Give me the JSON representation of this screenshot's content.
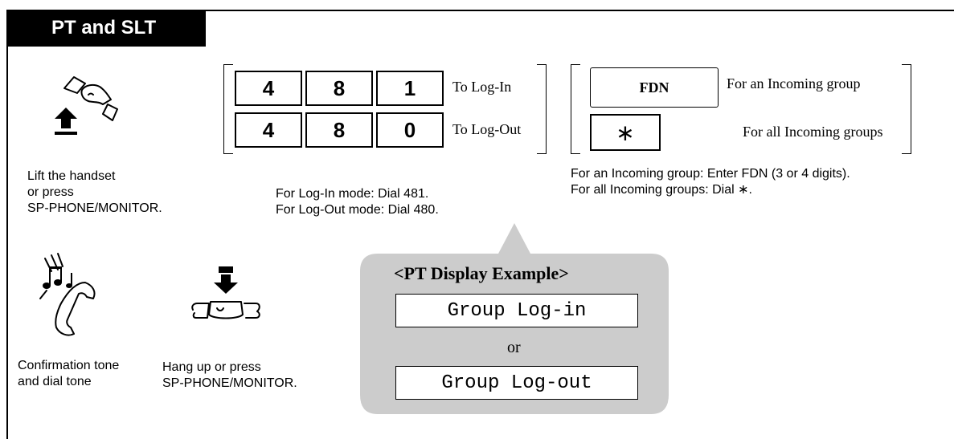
{
  "header": {
    "title": "PT and SLT"
  },
  "steps": {
    "lift": {
      "caption_lines": [
        "Lift the handset",
        "or press",
        "SP-PHONE/MONITOR."
      ],
      "icon": "handset-lift-icon"
    },
    "dial": {
      "rows": [
        {
          "keys": [
            "4",
            "8",
            "1"
          ],
          "label": "To Log-In"
        },
        {
          "keys": [
            "4",
            "8",
            "0"
          ],
          "label": "To Log-Out"
        }
      ],
      "caption_lines": [
        "For Log-In mode: Dial 481.",
        "For Log-Out mode: Dial 480."
      ]
    },
    "group": {
      "fdn_key": "FDN",
      "fdn_label": "For an Incoming group",
      "star_key": "∗",
      "star_label": "For all Incoming groups",
      "caption_lines": [
        "For an Incoming group: Enter FDN (3 or 4 digits).",
        "For all Incoming groups: Dial ∗."
      ]
    },
    "tone": {
      "caption_lines": [
        "Confirmation tone",
        "and dial tone"
      ],
      "icon": "ringing-handset-icon"
    },
    "hangup": {
      "caption_lines": [
        "Hang up or press",
        "SP-PHONE/MONITOR."
      ],
      "icon": "handset-hangup-icon"
    }
  },
  "display_example": {
    "title": "<PT Display Example>",
    "line1": "Group Log-in",
    "separator": "or",
    "line2": "Group Log-out",
    "bubble_color": "#cccccc"
  }
}
